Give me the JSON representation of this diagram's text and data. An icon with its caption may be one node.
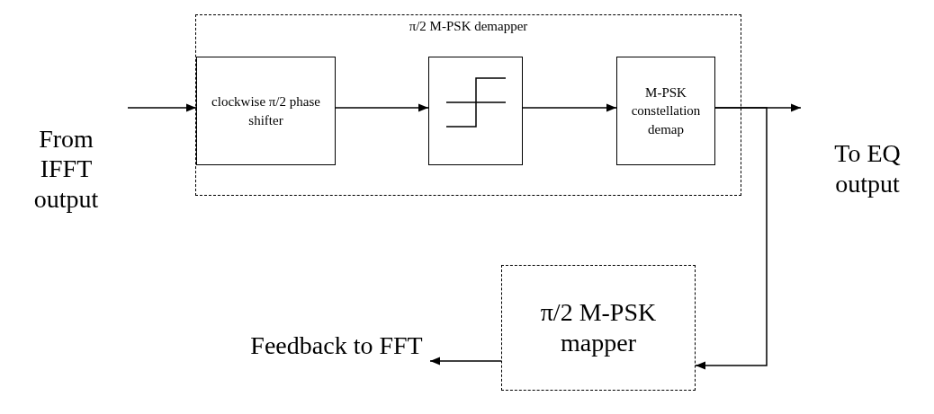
{
  "diagram": {
    "nodes": [
      {
        "text": [
          "From IFFT output"
        ]
      },
      {
        "text": [
          "π/2 M-PSK demapper"
        ]
      },
      {
        "text": [
          "clockwise π/2 phase shifter"
        ],
        "in": 1
      },
      {
        "text": [],
        "shape": "box",
        "in": 1
      },
      {
        "text": [
          "M-PSK constellation demap"
        ],
        "in": 1
      },
      {
        "text": [
          "To EQ output"
        ]
      },
      {
        "text": [
          "π/2 M-PSK mapper"
        ]
      },
      {
        "text": [
          "Feedback to FFT"
        ]
      }
    ],
    "edges": [
      {
        "from": 0,
        "to": 2,
        "arrow": "to"
      },
      {
        "from": 2,
        "to": 3,
        "arrow": "to"
      },
      {
        "from": 3,
        "to": 4,
        "arrow": "to"
      },
      {
        "from": 4,
        "to": 5,
        "arrow": "to"
      },
      {
        "from": 4,
        "to": 6,
        "arrow": "to"
      },
      {
        "from": 6,
        "to": 7,
        "arrow": "to"
      }
    ]
  }
}
